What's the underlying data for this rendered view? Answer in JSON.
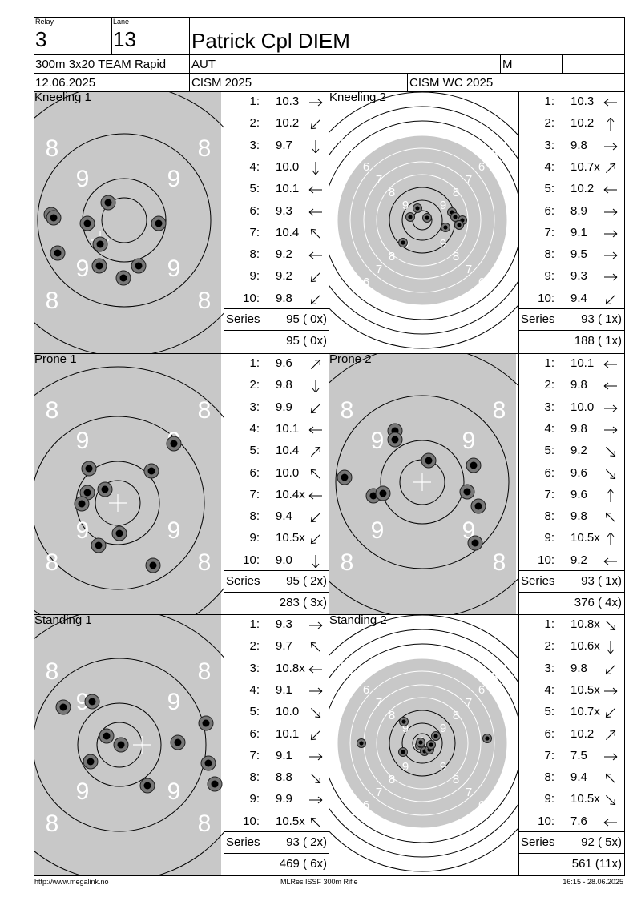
{
  "header": {
    "relay_label": "Relay",
    "relay_value": "3",
    "lane_label": "Lane",
    "lane_value": "13",
    "name": "Patrick Cpl DIEM",
    "event": "300m 3x20 TEAM Rapid",
    "nation": "AUT",
    "gender": "M",
    "date": "12.06.2025",
    "competition": "CISM 2025",
    "championship": "CISM WC 2025"
  },
  "series_label": "Series",
  "panels": [
    {
      "title": "Kneeling 1",
      "shots": [
        {
          "n": "1:",
          "v": "10.3",
          "dir": "right"
        },
        {
          "n": "2:",
          "v": "10.2",
          "dir": "down-left"
        },
        {
          "n": "3:",
          "v": "9.7",
          "dir": "down"
        },
        {
          "n": "4:",
          "v": "10.0",
          "dir": "down"
        },
        {
          "n": "5:",
          "v": "10.1",
          "dir": "left"
        },
        {
          "n": "6:",
          "v": "9.3",
          "dir": "left"
        },
        {
          "n": "7:",
          "v": "10.4",
          "dir": "up-left"
        },
        {
          "n": "8:",
          "v": "9.2",
          "dir": "left"
        },
        {
          "n": "9:",
          "v": "9.2",
          "dir": "down-left"
        },
        {
          "n": "10:",
          "v": "9.8",
          "dir": "down-left"
        }
      ],
      "series": "95 ( 0x)",
      "total": "95 ( 0x)"
    },
    {
      "title": "Kneeling 2",
      "shots": [
        {
          "n": "1:",
          "v": "10.3",
          "dir": "left"
        },
        {
          "n": "2:",
          "v": "10.2",
          "dir": "up"
        },
        {
          "n": "3:",
          "v": "9.8",
          "dir": "right"
        },
        {
          "n": "4:",
          "v": "10.7x",
          "dir": "up-right"
        },
        {
          "n": "5:",
          "v": "10.2",
          "dir": "left"
        },
        {
          "n": "6:",
          "v": "8.9",
          "dir": "right"
        },
        {
          "n": "7:",
          "v": "9.1",
          "dir": "right"
        },
        {
          "n": "8:",
          "v": "9.5",
          "dir": "right"
        },
        {
          "n": "9:",
          "v": "9.3",
          "dir": "right"
        },
        {
          "n": "10:",
          "v": "9.4",
          "dir": "down-left"
        }
      ],
      "series": "93 ( 1x)",
      "total": "188 ( 1x)"
    },
    {
      "title": "Prone 1",
      "shots": [
        {
          "n": "1:",
          "v": "9.6",
          "dir": "up-right"
        },
        {
          "n": "2:",
          "v": "9.8",
          "dir": "down"
        },
        {
          "n": "3:",
          "v": "9.9",
          "dir": "down-left"
        },
        {
          "n": "4:",
          "v": "10.1",
          "dir": "left"
        },
        {
          "n": "5:",
          "v": "10.4",
          "dir": "up-right"
        },
        {
          "n": "6:",
          "v": "10.0",
          "dir": "up-left"
        },
        {
          "n": "7:",
          "v": "10.4x",
          "dir": "left"
        },
        {
          "n": "8:",
          "v": "9.4",
          "dir": "down-left"
        },
        {
          "n": "9:",
          "v": "10.5x",
          "dir": "down-left"
        },
        {
          "n": "10:",
          "v": "9.0",
          "dir": "down"
        }
      ],
      "series": "95 ( 2x)",
      "total": "283 ( 3x)"
    },
    {
      "title": "Prone 2",
      "shots": [
        {
          "n": "1:",
          "v": "10.1",
          "dir": "left"
        },
        {
          "n": "2:",
          "v": "9.8",
          "dir": "left"
        },
        {
          "n": "3:",
          "v": "10.0",
          "dir": "right"
        },
        {
          "n": "4:",
          "v": "9.8",
          "dir": "right"
        },
        {
          "n": "5:",
          "v": "9.2",
          "dir": "down-right"
        },
        {
          "n": "6:",
          "v": "9.6",
          "dir": "down-right"
        },
        {
          "n": "7:",
          "v": "9.6",
          "dir": "up"
        },
        {
          "n": "8:",
          "v": "9.8",
          "dir": "up-left"
        },
        {
          "n": "9:",
          "v": "10.5x",
          "dir": "up"
        },
        {
          "n": "10:",
          "v": "9.2",
          "dir": "left"
        }
      ],
      "series": "93 ( 1x)",
      "total": "376 ( 4x)"
    },
    {
      "title": "Standing 1",
      "shots": [
        {
          "n": "1:",
          "v": "9.3",
          "dir": "right"
        },
        {
          "n": "2:",
          "v": "9.7",
          "dir": "up-left"
        },
        {
          "n": "3:",
          "v": "10.8x",
          "dir": "left"
        },
        {
          "n": "4:",
          "v": "9.1",
          "dir": "right"
        },
        {
          "n": "5:",
          "v": "10.0",
          "dir": "down-right"
        },
        {
          "n": "6:",
          "v": "10.1",
          "dir": "down-left"
        },
        {
          "n": "7:",
          "v": "9.1",
          "dir": "right"
        },
        {
          "n": "8:",
          "v": "8.8",
          "dir": "down-right"
        },
        {
          "n": "9:",
          "v": "9.9",
          "dir": "right"
        },
        {
          "n": "10:",
          "v": "10.5x",
          "dir": "up-left"
        }
      ],
      "series": "93 ( 2x)",
      "total": "469 ( 6x)"
    },
    {
      "title": "Standing 2",
      "shots": [
        {
          "n": "1:",
          "v": "10.8x",
          "dir": "down-right"
        },
        {
          "n": "2:",
          "v": "10.6x",
          "dir": "down"
        },
        {
          "n": "3:",
          "v": "9.8",
          "dir": "down-left"
        },
        {
          "n": "4:",
          "v": "10.5x",
          "dir": "right"
        },
        {
          "n": "5:",
          "v": "10.7x",
          "dir": "down-left"
        },
        {
          "n": "6:",
          "v": "10.2",
          "dir": "up-right"
        },
        {
          "n": "7:",
          "v": "7.5",
          "dir": "right"
        },
        {
          "n": "8:",
          "v": "9.4",
          "dir": "up-left"
        },
        {
          "n": "9:",
          "v": "10.5x",
          "dir": "down-right"
        },
        {
          "n": "10:",
          "v": "7.6",
          "dir": "left"
        }
      ],
      "series": "92 ( 5x)",
      "total": "561 (11x)"
    }
  ],
  "footer": {
    "left": "http://www.megalink.no",
    "center": "MLRes ISSF 300m Rifle",
    "right": "16:15 - 28.06.2025"
  }
}
